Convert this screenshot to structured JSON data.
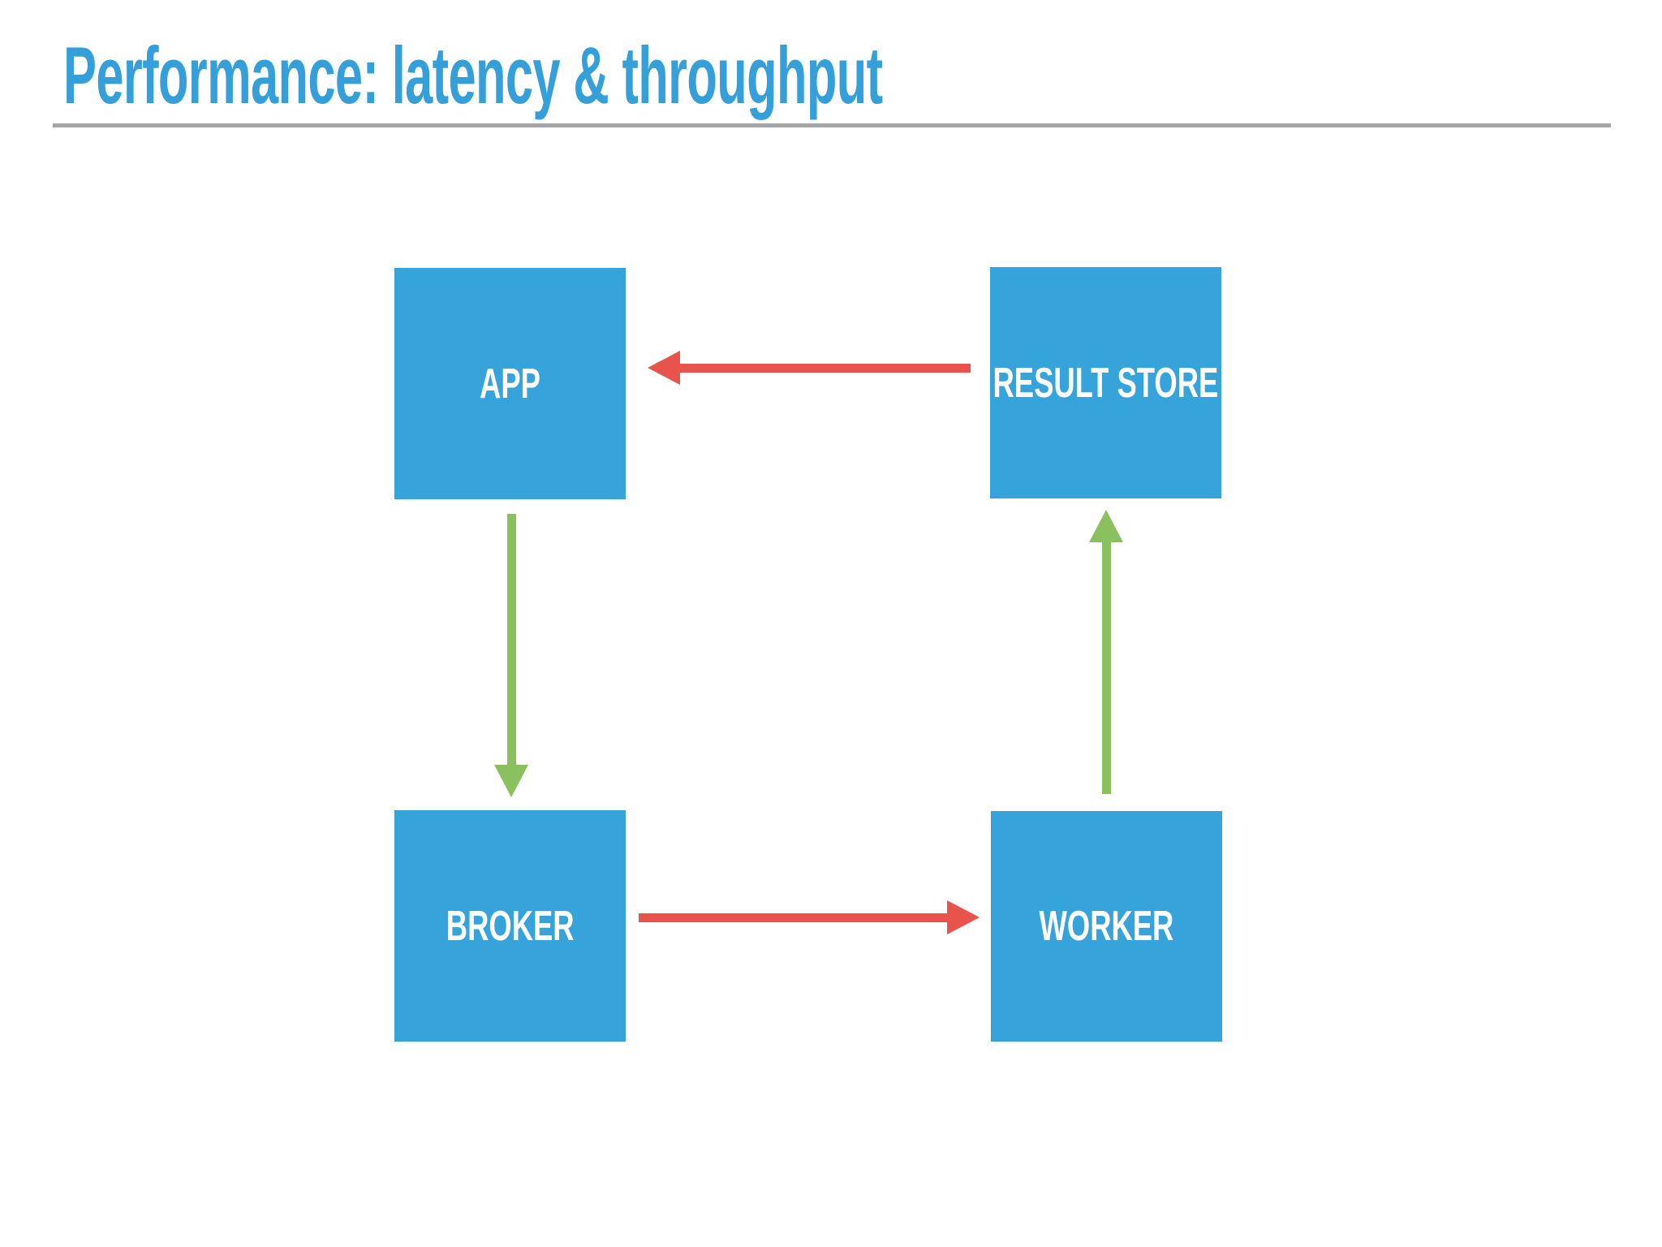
{
  "slide": {
    "title": "Performance: latency & throughput",
    "title_color": "#349FD8",
    "divider_color": "#A6A6A8",
    "background_color": "#FFFFFF"
  },
  "diagram": {
    "node_color": "#36A3DB",
    "node_text_color": "#FFFFFF",
    "arrow_red": "#E8544C",
    "arrow_green": "#8BC05F",
    "nodes": [
      {
        "id": "app",
        "label": "APP"
      },
      {
        "id": "result-store",
        "label": "RESULT STORE"
      },
      {
        "id": "broker",
        "label": "BROKER"
      },
      {
        "id": "worker",
        "label": "WORKER"
      }
    ],
    "edges": [
      {
        "from": "result-store",
        "to": "app",
        "direction": "left",
        "color": "#E8544C"
      },
      {
        "from": "app",
        "to": "broker",
        "direction": "down",
        "color": "#8BC05F"
      },
      {
        "from": "broker",
        "to": "worker",
        "direction": "right",
        "color": "#E8544C"
      },
      {
        "from": "worker",
        "to": "result-store",
        "direction": "up",
        "color": "#8BC05F"
      }
    ]
  }
}
